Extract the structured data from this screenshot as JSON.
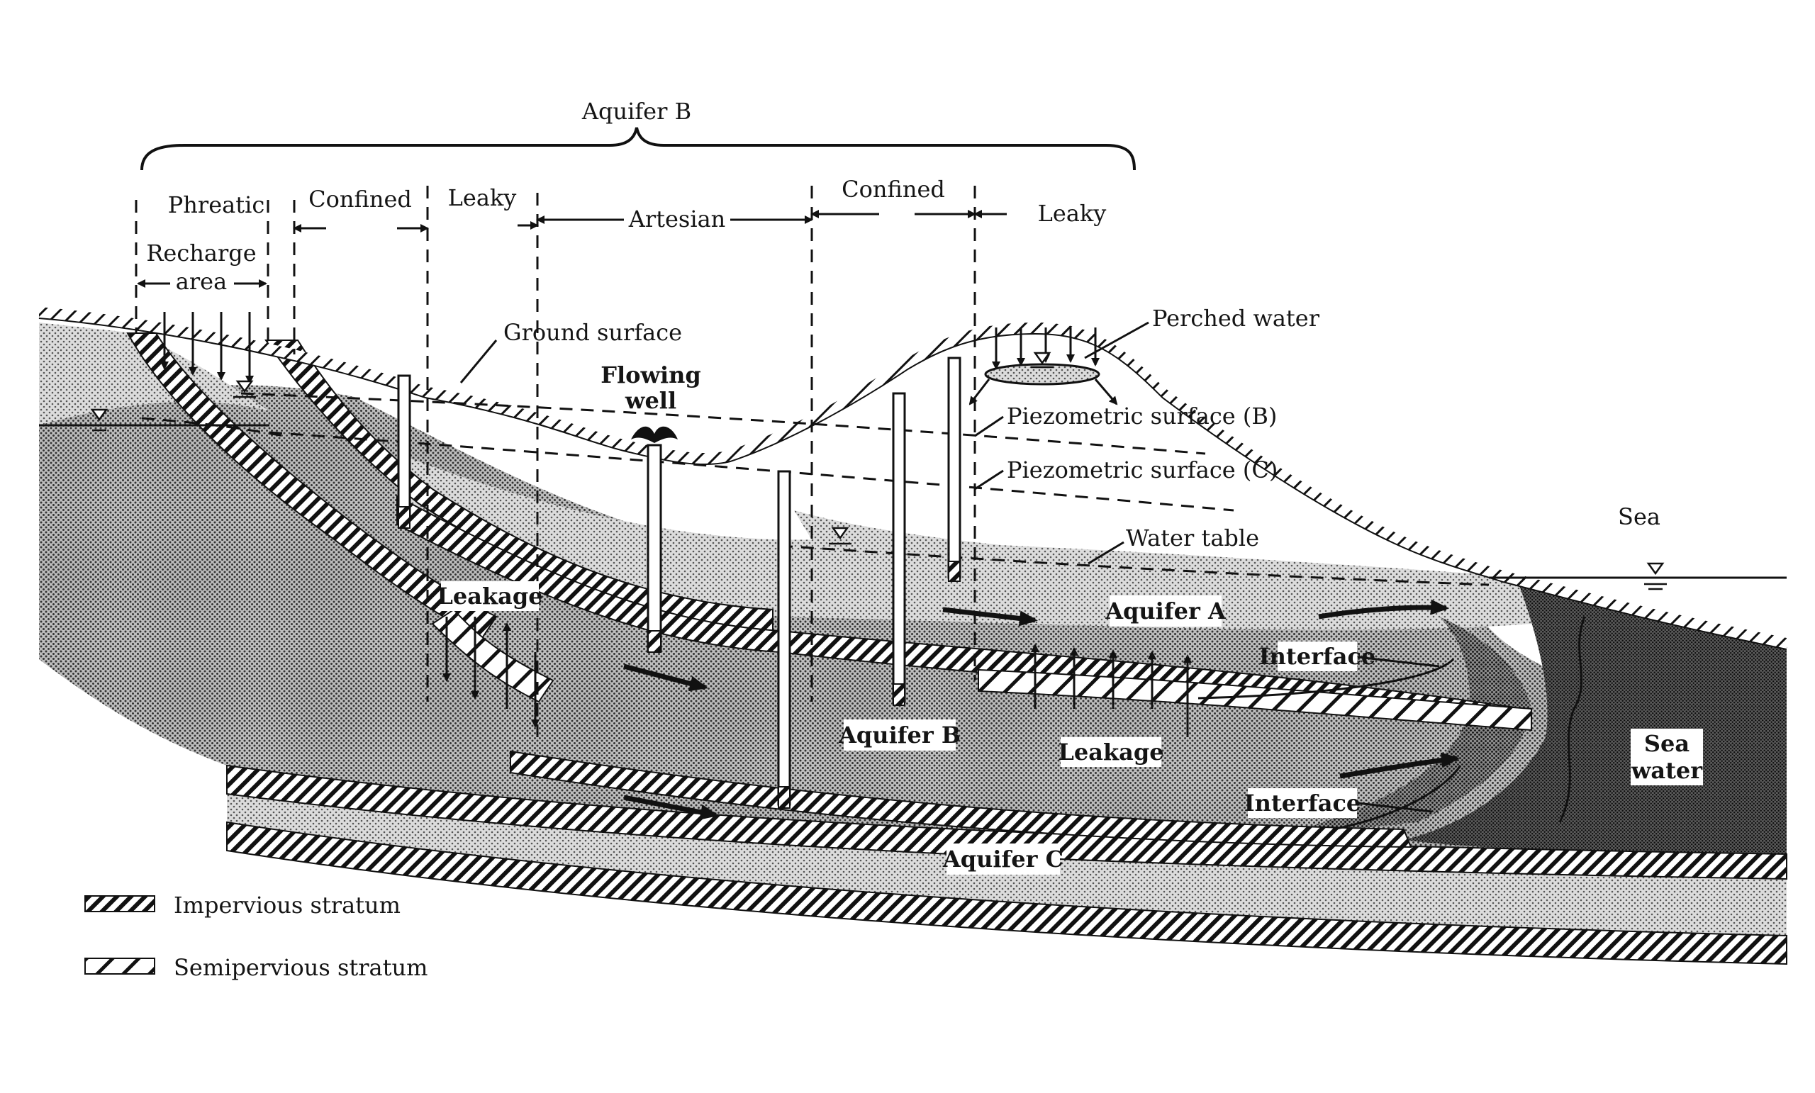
{
  "title": "Aquifer B",
  "zones": {
    "phreatic": "Phreatic",
    "confined_1": "Confined",
    "leaky_1": "Leaky",
    "artesian": "Artesian",
    "confined_2": "Confined",
    "leaky_2": "Leaky",
    "recharge_line1": "Recharge",
    "recharge_line2": "area"
  },
  "labels": {
    "ground_surface": "Ground surface",
    "flowing_well_1": "Flowing",
    "flowing_well_2": "well",
    "perched_water": "Perched water",
    "piezometric_b": "Piezometric surface (B)",
    "piezometric_c": "Piezometric surface (C)",
    "water_table": "Water table",
    "sea": "Sea",
    "aquifer_a": "Aquifer A",
    "aquifer_b": "Aquifer B",
    "aquifer_c": "Aquifer C",
    "leakage_1": "Leakage",
    "leakage_2": "Leakage",
    "interface_1": "Interface",
    "interface_2": "Interface",
    "sea_water_1": "Sea",
    "sea_water_2": "water"
  },
  "legend": {
    "impervious": "Impervious stratum",
    "semipervious": "Semipervious stratum"
  },
  "colors": {
    "ink": "#151515",
    "aquifer_light": "#cfcfcf",
    "aquifer_mid": "#b4b4b4",
    "aquifer_dark": "#999999",
    "seawater": "#6a6a6a",
    "paper": "#ffffff"
  }
}
